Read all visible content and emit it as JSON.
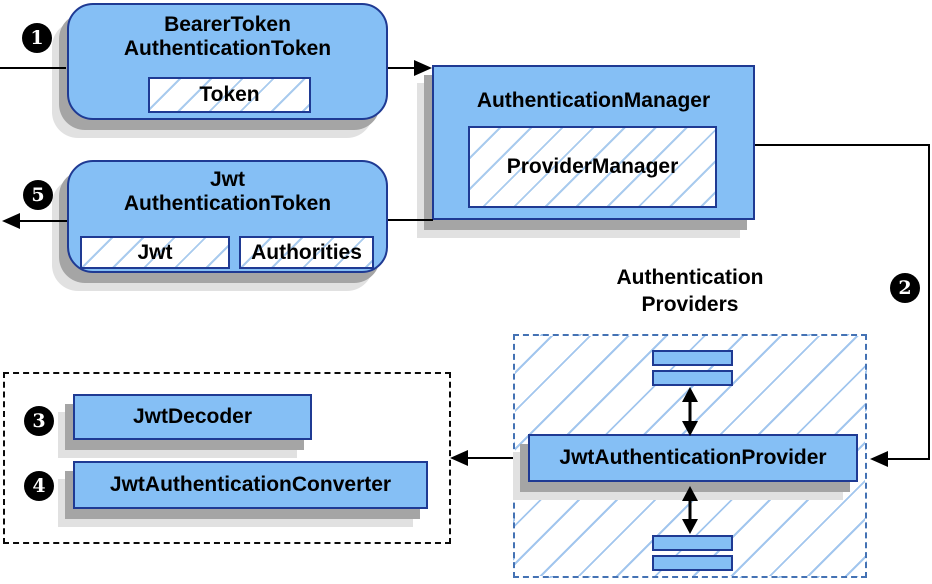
{
  "nodes": {
    "bearer_token": {
      "line1": "BearerToken",
      "line2": "AuthenticationToken",
      "field": "Token"
    },
    "authentication_manager": {
      "title": "AuthenticationManager",
      "inner": "ProviderManager"
    },
    "jwt_token": {
      "line1": "Jwt",
      "line2": "AuthenticationToken",
      "field_jwt": "Jwt",
      "field_authorities": "Authorities"
    }
  },
  "providers": {
    "heading_line1": "Authentication",
    "heading_line2": "Providers",
    "provider_label": "JwtAuthenticationProvider"
  },
  "decoder_box": {
    "decoder_label": "JwtDecoder",
    "converter_label": "JwtAuthenticationConverter"
  },
  "steps": {
    "s1": "1",
    "s2": "2",
    "s3": "3",
    "s4": "4",
    "s5": "5"
  },
  "colors": {
    "box_fill": "#85bff5",
    "box_border": "#1f3a93",
    "hatch_line": "#a9cbee",
    "dashed_blue_border": "#4472b4",
    "dashed_black_border": "#0a0a0a",
    "shadow_dark": "#a5a5a5",
    "shadow_light": "#e1e1e1",
    "arrow": "#000000",
    "step_circle_fill": "#000000",
    "step_circle_text": "#ffffff"
  }
}
